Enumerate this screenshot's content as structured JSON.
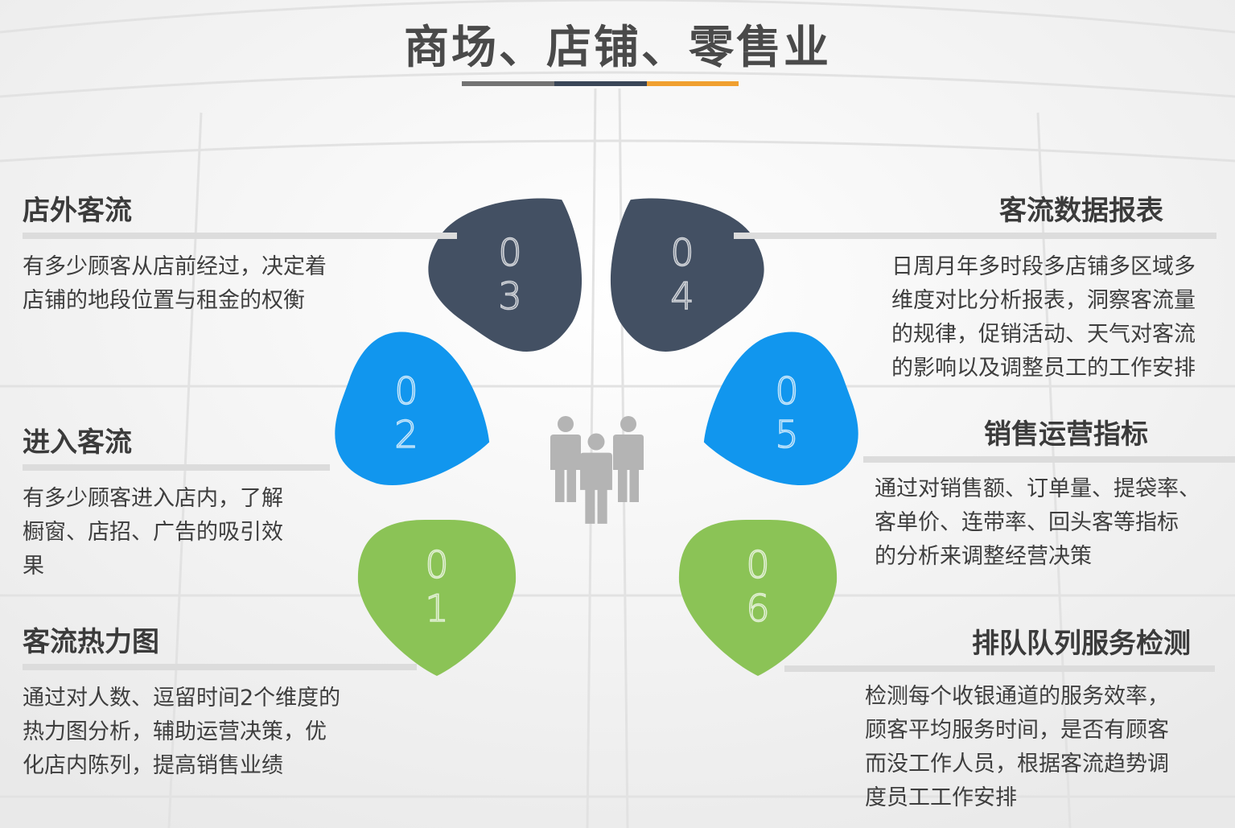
{
  "title": "商场、店铺、零售业",
  "colors": {
    "dark": "#435063",
    "blue": "#1196ee",
    "green": "#8bc356",
    "bar_gray": "#737373",
    "bar_navy": "#3a4657",
    "bar_orange": "#f0a030",
    "people": "#b4b4b4"
  },
  "center_icon": "people-group-icon",
  "items": [
    {
      "num": "01",
      "heading": "客流热力图",
      "lines": [
        "通过对人数、逗留时间2个维度的",
        "热力图分析，辅助运营决策，优",
        "化店内陈列，提高销售业绩"
      ]
    },
    {
      "num": "02",
      "heading": "进入客流",
      "lines": [
        "有多少顾客进入店内，了解",
        "橱窗、店招、广告的吸引效",
        "果"
      ]
    },
    {
      "num": "03",
      "heading": "店外客流",
      "lines": [
        "有多少顾客从店前经过，决定着",
        "店铺的地段位置与租金的权衡"
      ]
    },
    {
      "num": "04",
      "heading": "客流数据报表",
      "lines": [
        "日周月年多时段多店铺多区域多",
        "维度对比分析报表，洞察客流量",
        "的规律，促销活动、天气对客流",
        "的影响以及调整员工的工作安排"
      ]
    },
    {
      "num": "05",
      "heading": "销售运营指标",
      "lines": [
        "通过对销售额、订单量、提袋率、",
        "客单价、连带率、回头客等指标",
        "的分析来调整经营决策"
      ]
    },
    {
      "num": "06",
      "heading": "排队队列服务检测",
      "lines": [
        "检测每个收银通道的服务效率，",
        "顾客平均服务时间，是否有顾客",
        "而没工作人员，根据客流趋势调",
        "度员工工作安排"
      ]
    }
  ]
}
